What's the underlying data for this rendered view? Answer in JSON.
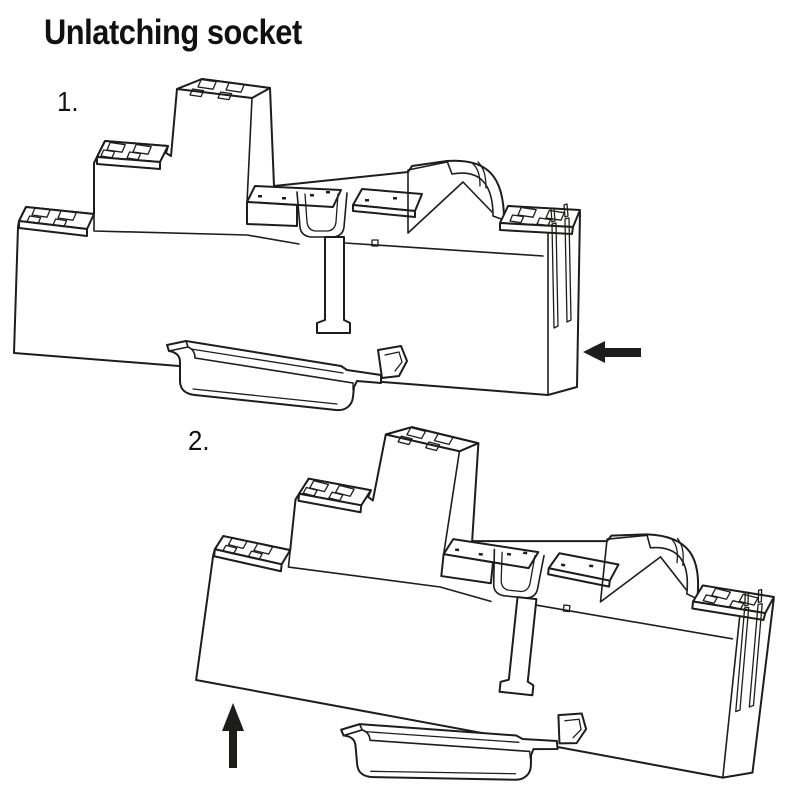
{
  "page": {
    "title": "Unlatching socket"
  },
  "colors": {
    "line": "#1d1d1b",
    "background": "#ffffff",
    "arrow": "#1d1d1b"
  },
  "steps": [
    {
      "label": "1.",
      "figure": "relay-socket-latched-on-din-rail",
      "arrow_direction": "left"
    },
    {
      "label": "2.",
      "figure": "relay-socket-tilted-unlatched-from-din-rail",
      "arrow_direction": "up"
    }
  ]
}
